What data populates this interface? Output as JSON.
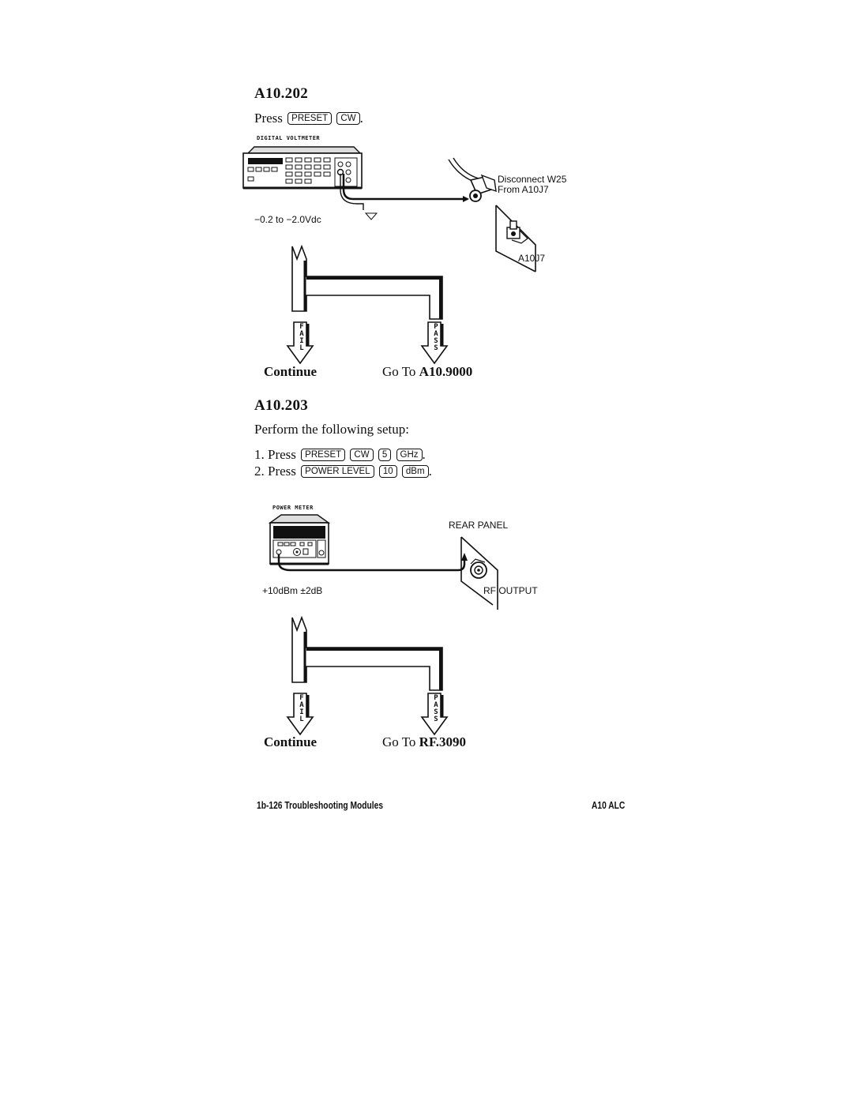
{
  "section1": {
    "heading": "A10.202",
    "press_label": "Press",
    "keys": [
      "PRESET",
      "CW"
    ],
    "period": ".",
    "dvm_label": "DIGITAL VOLTMETER",
    "voltage_range": "−0.2  to  −2.0Vdc",
    "disconnect_line1": "Disconnect  W25",
    "disconnect_line2": "From  A10J7",
    "connector_label": "A10J7",
    "fail_letters": [
      "F",
      "A",
      "I",
      "L"
    ],
    "pass_letters": [
      "P",
      "A",
      "S",
      "S"
    ],
    "continue_label": "Continue",
    "goto_prefix": "Go To",
    "goto_target": "A10.9000"
  },
  "section2": {
    "heading": "A10.203",
    "intro": "Perform the following setup:",
    "step1_num": "1.",
    "step1_press": "Press",
    "step1_keys": [
      "PRESET",
      "CW",
      "5",
      "GHz"
    ],
    "step2_num": "2.",
    "step2_press": "Press",
    "step2_keys": [
      "POWER LEVEL",
      "10",
      "dBm"
    ],
    "period": ".",
    "power_meter_label": "POWER METER",
    "rear_panel_label": "REAR  PANEL",
    "power_range": "+10dBm  ±2dB",
    "rf_output_label": "RF  OUTPUT",
    "fail_letters": [
      "F",
      "A",
      "I",
      "L"
    ],
    "pass_letters": [
      "P",
      "A",
      "S",
      "S"
    ],
    "continue_label": "Continue",
    "goto_prefix": "Go To",
    "goto_target": "RF.3090"
  },
  "footer": {
    "left": "1b-126   Troubleshooting Modules",
    "right": "A10 ALC"
  }
}
